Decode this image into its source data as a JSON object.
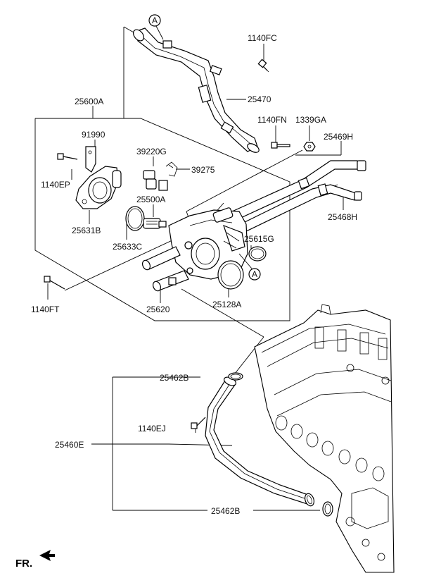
{
  "labels": {
    "p1140FC": "1140FC",
    "p25470": "25470",
    "p1140FN": "1140FN",
    "p1339GA": "1339GA",
    "p25469H": "25469H",
    "p25600A": "25600A",
    "p91990": "91990",
    "p1140EP": "1140EP",
    "p25631B": "25631B",
    "p39220G": "39220G",
    "p39275": "39275",
    "p25500A": "25500A",
    "p25633C": "25633C",
    "p25615G": "25615G",
    "p25468H": "25468H",
    "p1140FT": "1140FT",
    "p25620": "25620",
    "p25128A": "25128A",
    "p25462B_top": "25462B",
    "p1140EJ": "1140EJ",
    "p25460E": "25460E",
    "p25462B_bottom": "25462B"
  },
  "markers": {
    "ref_a_top": "A",
    "ref_a_mid": "A"
  },
  "direction": {
    "front_label": "FR."
  }
}
